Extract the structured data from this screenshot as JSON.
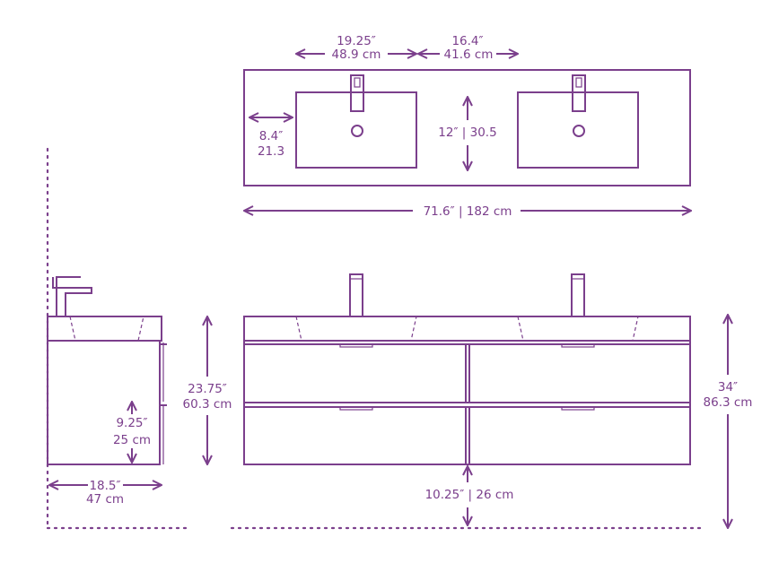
{
  "colors": {
    "stroke": "#7b3f8c",
    "background": "#ffffff"
  },
  "labels": {
    "basin_width_in": "19.25″",
    "basin_width_cm": "48.9 cm",
    "basin_gap_in": "16.4″",
    "basin_gap_cm": "41.6 cm",
    "basin_offset_in": "8.4″",
    "basin_offset_cm": "21.3",
    "basin_depth": "12″ | 30.5",
    "total_width": "71.6″ | 182 cm",
    "cabinet_height_in": "23.75″",
    "cabinet_height_cm": "60.3 cm",
    "total_height_in": "34″",
    "total_height_cm": "86.3 cm",
    "drawer_height_in": "9.25″",
    "drawer_height_cm": "25 cm",
    "depth_in": "18.5″",
    "depth_cm": "47 cm",
    "floor_gap": "10.25″ | 26 cm"
  }
}
